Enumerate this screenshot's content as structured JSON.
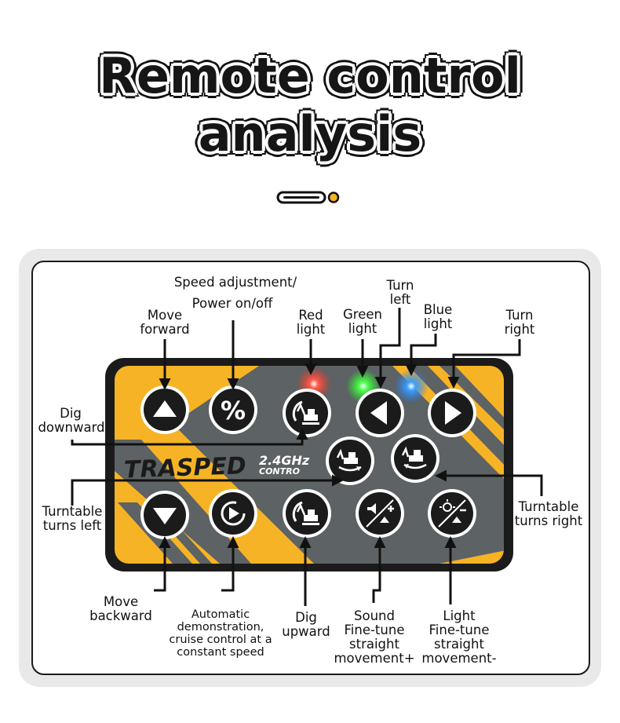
{
  "title": {
    "line1": "Remote control",
    "line2": "analysis"
  },
  "remote": {
    "brand": "TRASPED",
    "freq": "2.4GHz",
    "model": "CONTRO"
  },
  "colors": {
    "body_yellow": "#f6b325",
    "stripe_gray": "#5d6264",
    "shell": "#1b1b1b",
    "accent": "#f6b325"
  },
  "labels": {
    "speed": "Speed adjustment/",
    "power": "Power on/off",
    "move_forward_1": "Move",
    "move_forward_2": "forward",
    "red_1": "Red",
    "red_2": "light",
    "green_1": "Green",
    "green_2": "light",
    "turn_left_1": "Turn",
    "turn_left_2": "left",
    "blue_1": "Blue",
    "blue_2": "light",
    "turn_right_1": "Turn",
    "turn_right_2": "right",
    "dig_down_1": "Dig",
    "dig_down_2": "downward",
    "tt_left_1": "Turntable",
    "tt_left_2": "turns left",
    "tt_right_1": "Turntable",
    "tt_right_2": "turns right",
    "move_back_1": "Move",
    "move_back_2": "backward",
    "auto_1": "Automatic",
    "auto_2": "demonstration,",
    "auto_3": "cruise control at a",
    "auto_4": "constant speed",
    "dig_up_1": "Dig",
    "dig_up_2": "upward",
    "sound_1": "Sound",
    "sound_2": "Fine-tune",
    "sound_3": "straight",
    "sound_4": "movement+",
    "light_1": "Light",
    "light_2": "Fine-tune",
    "light_3": "straight",
    "light_4": "movement-"
  },
  "icons": {
    "forward": "arrow-up-icon",
    "speed": "percent-icon",
    "dig_down": "excavator-dig-down-icon",
    "turn_left": "arrow-left-icon",
    "turn_right": "arrow-right-icon",
    "tt_left": "turntable-left-icon",
    "tt_right": "turntable-right-icon",
    "backward": "arrow-down-icon",
    "auto": "play-cycle-icon",
    "dig_up": "excavator-dig-up-icon",
    "sound": "sound-plus-icon",
    "light": "light-minus-icon"
  }
}
